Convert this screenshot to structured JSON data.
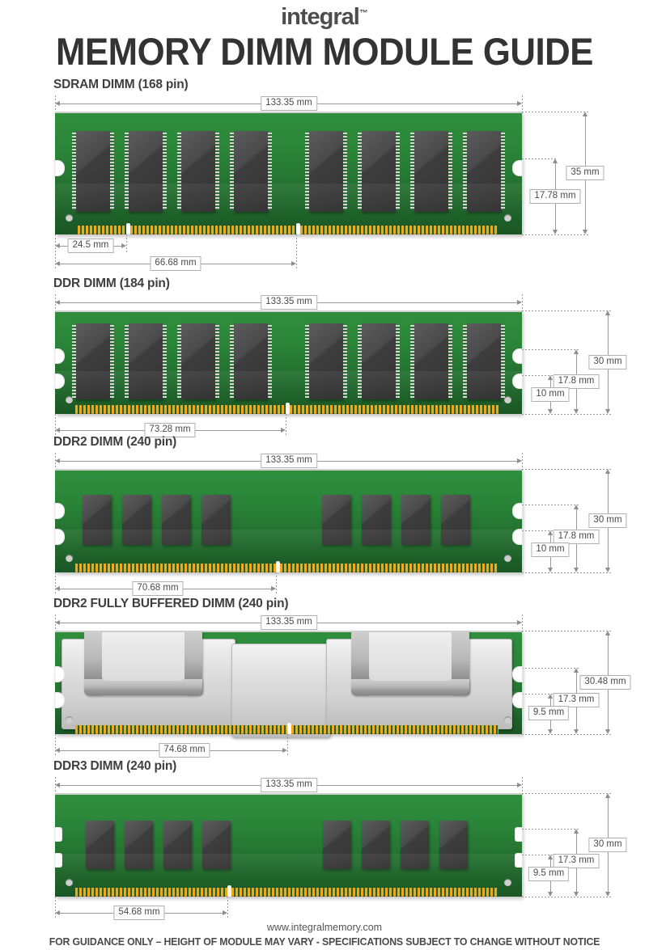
{
  "brand": {
    "name": "integral",
    "tm": "™"
  },
  "title": "MEMORY DIMM MODULE GUIDE",
  "modules": [
    {
      "id": "sdram",
      "heading": "SDRAM DIMM (168 pin)",
      "length_mm": "133.35 mm",
      "height_mm": "35 mm",
      "notch_height_mm": "17.78 mm",
      "key1_mm": "24.5 mm",
      "key2_mm": "66.68 mm",
      "chip_count": 8,
      "chip_style": "tsop",
      "pin_count": "168 pin",
      "notches": 2
    },
    {
      "id": "ddr",
      "heading": "DDR DIMM (184 pin)",
      "length_mm": "133.35 mm",
      "height_mm": "30 mm",
      "notch_height_mm": "17.8 mm",
      "low_height_mm": "10 mm",
      "key1_mm": "73.28 mm",
      "chip_count": 8,
      "chip_style": "tsop",
      "pin_count": "184 pin",
      "notches": 1
    },
    {
      "id": "ddr2",
      "heading": "DDR2 DIMM (240 pin)",
      "length_mm": "133.35 mm",
      "height_mm": "30 mm",
      "notch_height_mm": "17.8 mm",
      "low_height_mm": "10 mm",
      "key1_mm": "70.68 mm",
      "chip_count": 8,
      "chip_style": "bga",
      "pin_count": "240 pin",
      "notches": 1
    },
    {
      "id": "ddr2fb",
      "heading": "DDR2 FULLY BUFFERED DIMM (240 pin)",
      "length_mm": "133.35 mm",
      "height_mm": "30.48 mm",
      "notch_height_mm": "17.3 mm",
      "low_height_mm": "9.5 mm",
      "key1_mm": "74.68 mm",
      "chip_count": 0,
      "chip_style": "heatspreader",
      "pin_count": "240 pin",
      "notches": 1
    },
    {
      "id": "ddr3",
      "heading": "DDR3 DIMM (240 pin)",
      "length_mm": "133.35 mm",
      "height_mm": "30 mm",
      "notch_height_mm": "17.3 mm",
      "low_height_mm": "9.5 mm",
      "key1_mm": "54.68 mm",
      "chip_count": 8,
      "chip_style": "bga",
      "pin_count": "240 pin",
      "notches": 1
    }
  ],
  "footer": {
    "url": "www.integralmemory.com",
    "disclaimer": "FOR GUIDANCE ONLY – HEIGHT OF MODULE MAY VARY - SPECIFICATIONS SUBJECT TO CHANGE WITHOUT NOTICE"
  },
  "colors": {
    "pcb_green_top": "#2f8f3d",
    "pcb_green_bottom": "#1b5625",
    "chip_grey": "#434343",
    "pin_gold": "#f0a81c",
    "spreader_silver": "#dcdcdc",
    "dim_grey": "#9a9a9a",
    "text_dark": "#3a3a3a"
  }
}
